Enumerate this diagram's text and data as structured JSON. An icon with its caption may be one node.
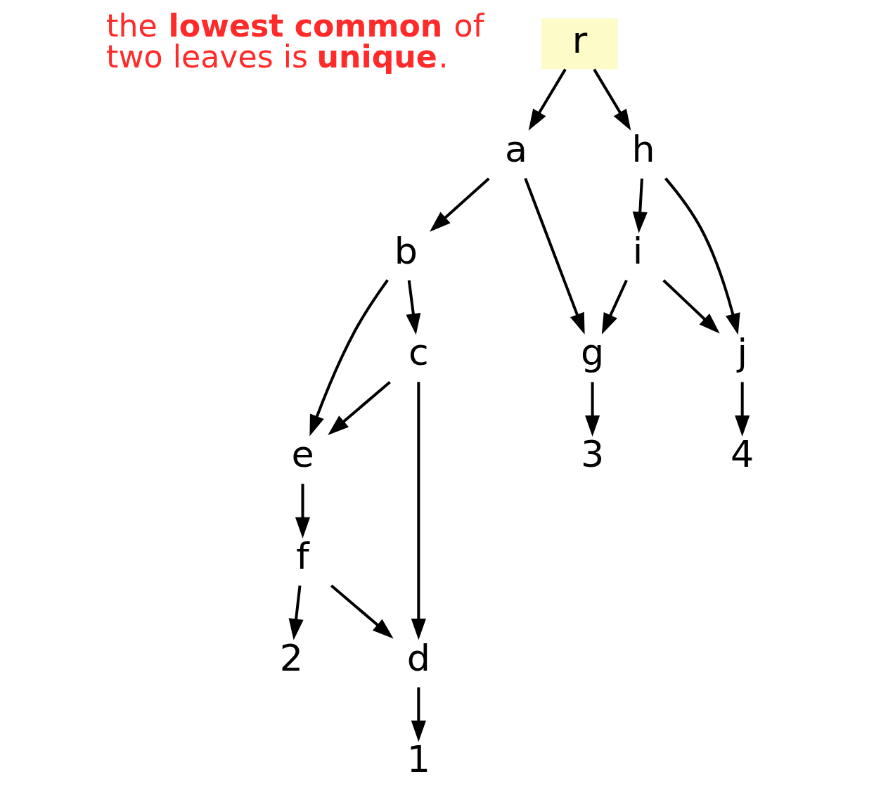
{
  "diagram": {
    "nodes": [
      {
        "text": [
          "r"
        ]
      },
      {
        "text": [
          "a"
        ]
      },
      {
        "text": [
          "b"
        ]
      },
      {
        "text": [
          "h"
        ]
      },
      {
        "text": [
          "c"
        ]
      },
      {
        "text": [
          "e"
        ]
      },
      {
        "text": [
          "i"
        ]
      },
      {
        "text": [
          "g"
        ]
      },
      {
        "text": [
          "j"
        ]
      },
      {
        "text": [
          "f"
        ]
      },
      {
        "text": [
          "d"
        ]
      },
      {
        "text": [
          "1"
        ]
      },
      {
        "text": [
          "2"
        ]
      },
      {
        "text": [
          "3"
        ]
      },
      {
        "text": [
          "4"
        ]
      }
    ],
    "edges": [
      {
        "from": 0,
        "to": 1,
        "arrow": "to"
      },
      {
        "from": 0,
        "to": 3,
        "arrow": "to"
      },
      {
        "from": 1,
        "to": 2,
        "arrow": "to"
      },
      {
        "from": 1,
        "to": 7,
        "arrow": "to"
      },
      {
        "from": 2,
        "to": 4,
        "arrow": "to"
      },
      {
        "from": 2,
        "to": 5,
        "arrow": "to"
      },
      {
        "from": 4,
        "to": 5,
        "arrow": "to"
      },
      {
        "from": 4,
        "to": 10,
        "arrow": "to"
      },
      {
        "from": 5,
        "to": 9,
        "arrow": "to"
      },
      {
        "from": 9,
        "to": 10,
        "arrow": "to"
      },
      {
        "from": 9,
        "to": 12,
        "arrow": "to"
      },
      {
        "from": 10,
        "to": 11,
        "arrow": "to"
      },
      {
        "from": 7,
        "to": 13,
        "arrow": "to"
      },
      {
        "from": 3,
        "to": 6,
        "arrow": "to"
      },
      {
        "from": 3,
        "to": 8,
        "arrow": "to"
      },
      {
        "from": 6,
        "to": 7,
        "arrow": "to"
      },
      {
        "from": 6,
        "to": 8,
        "arrow": "to"
      },
      {
        "from": 8,
        "to": 14,
        "arrow": "to"
      }
    ],
    "labels": [
      "the **lowest common** of two leaves is **unique**."
    ]
  }
}
